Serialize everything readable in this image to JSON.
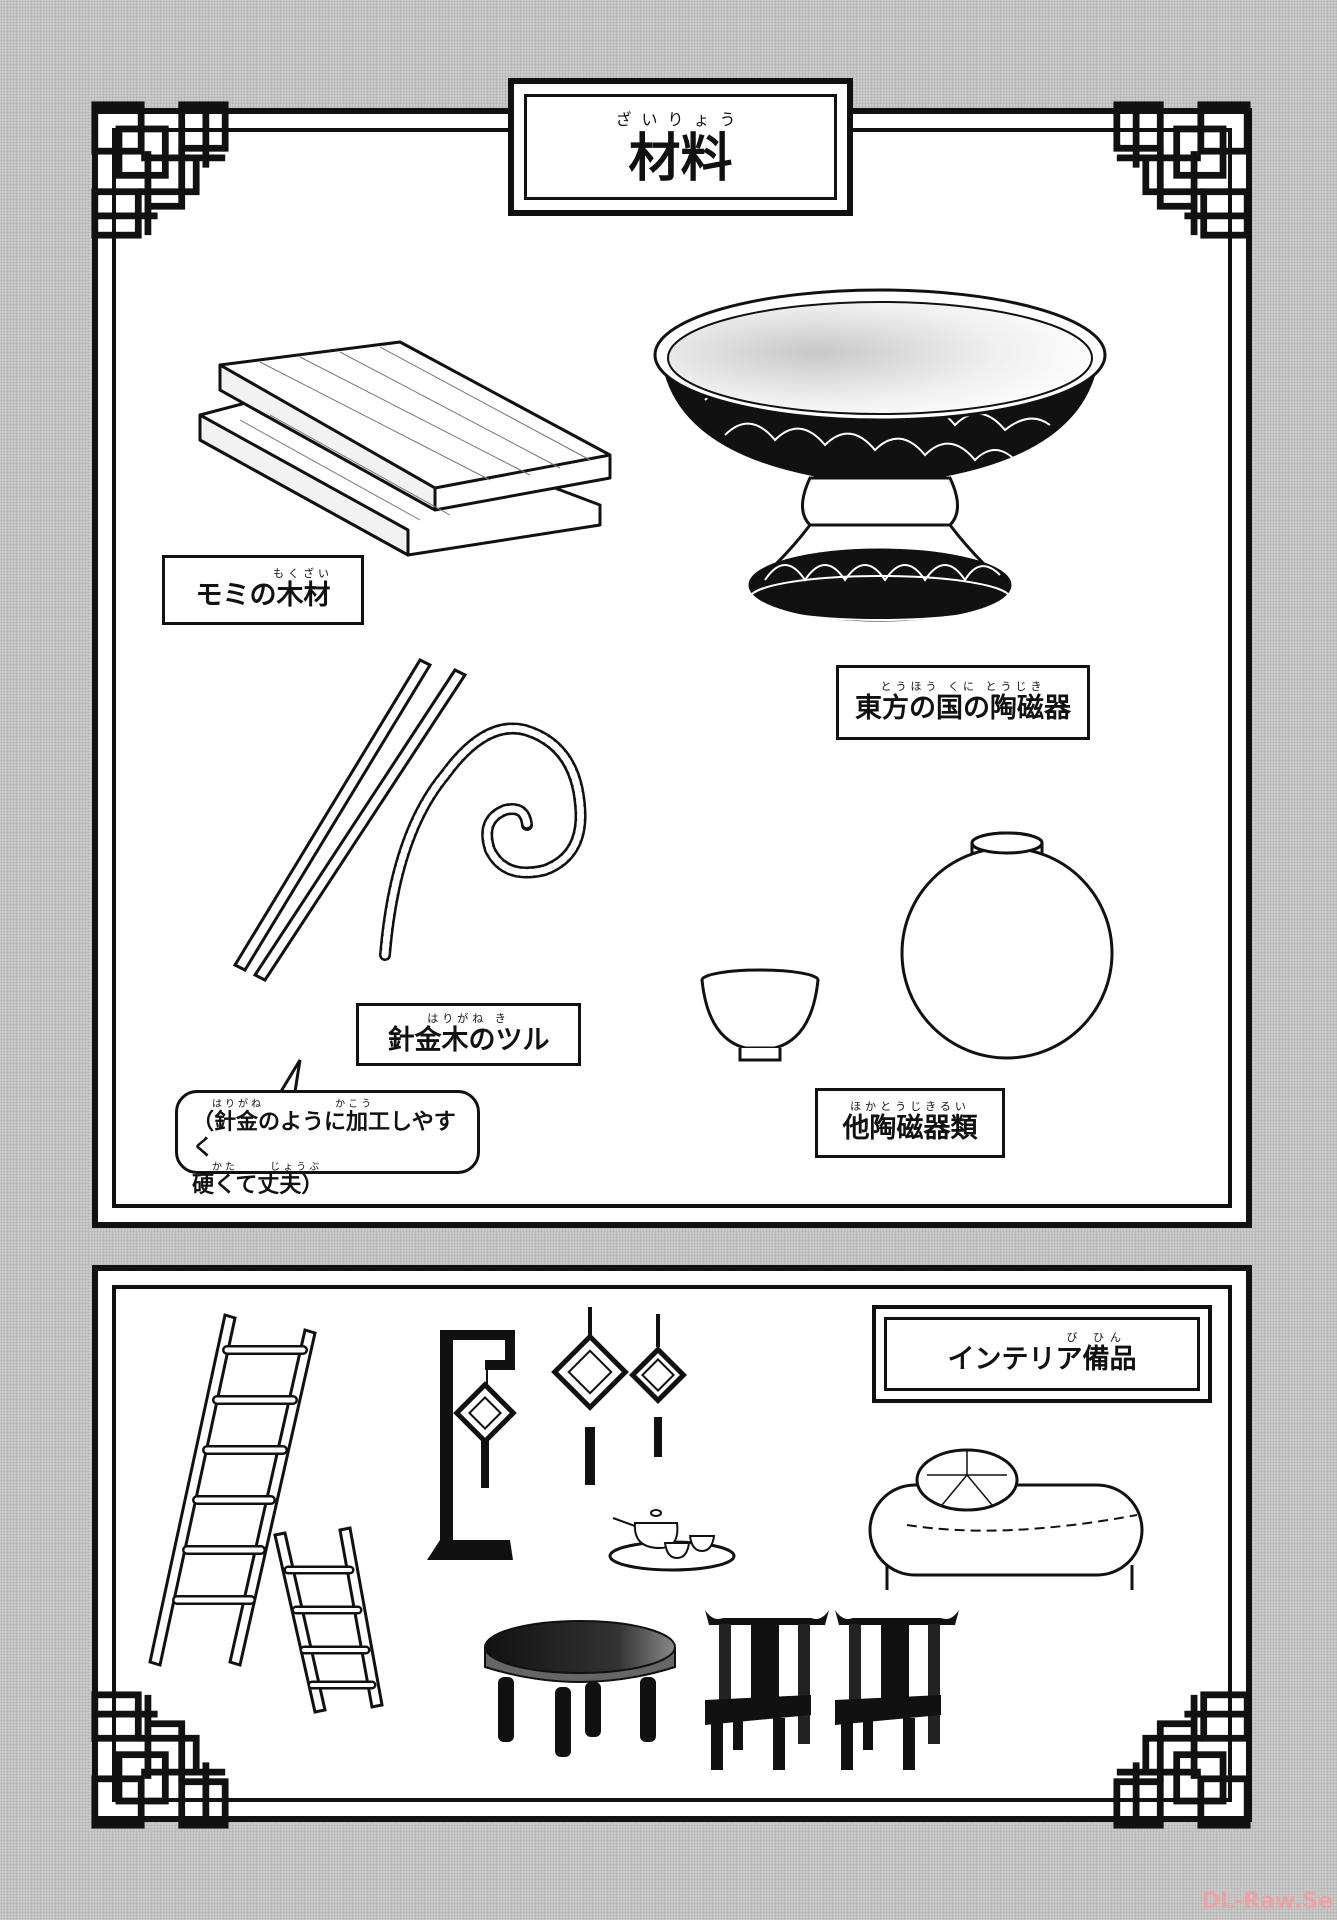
{
  "top_panel": {
    "title": {
      "ruby": "ざいりょう",
      "text": "材料"
    },
    "items": [
      {
        "id": "fir-wood",
        "ruby": "もくざい",
        "label": "モミの木材"
      },
      {
        "id": "eastern-porcelain",
        "ruby": "とうほう くに とうじき",
        "label": "東方の国の陶磁器"
      },
      {
        "id": "wirewood-vine",
        "ruby": "はりがね き",
        "label": "針金木のツル"
      },
      {
        "id": "other-porcelain",
        "ruby": "ほかとうじきるい",
        "label": "他陶磁器類"
      }
    ],
    "note_bubble": {
      "line1_ruby": "はりがね　　　　　 かこう",
      "line1": "（針金のように加工しやすく",
      "line2_ruby": "かた　　 じょうぶ",
      "line2": "硬くて丈夫）"
    }
  },
  "bottom_panel": {
    "title": {
      "ruby": "び ひん",
      "text": "インテリア備品"
    },
    "illustrations": [
      "ladder-long",
      "ladder-short",
      "lantern-stand",
      "hanging-ornament-large",
      "hanging-ornament-small",
      "tea-set",
      "ottoman-with-cushion",
      "round-table",
      "chair",
      "chair"
    ]
  },
  "watermark": "DL-Raw.Se",
  "colors": {
    "ink": "#111111",
    "paper": "#ffffff",
    "screen_tone": "#c9c9c9",
    "watermark": "#f0a0a0"
  }
}
